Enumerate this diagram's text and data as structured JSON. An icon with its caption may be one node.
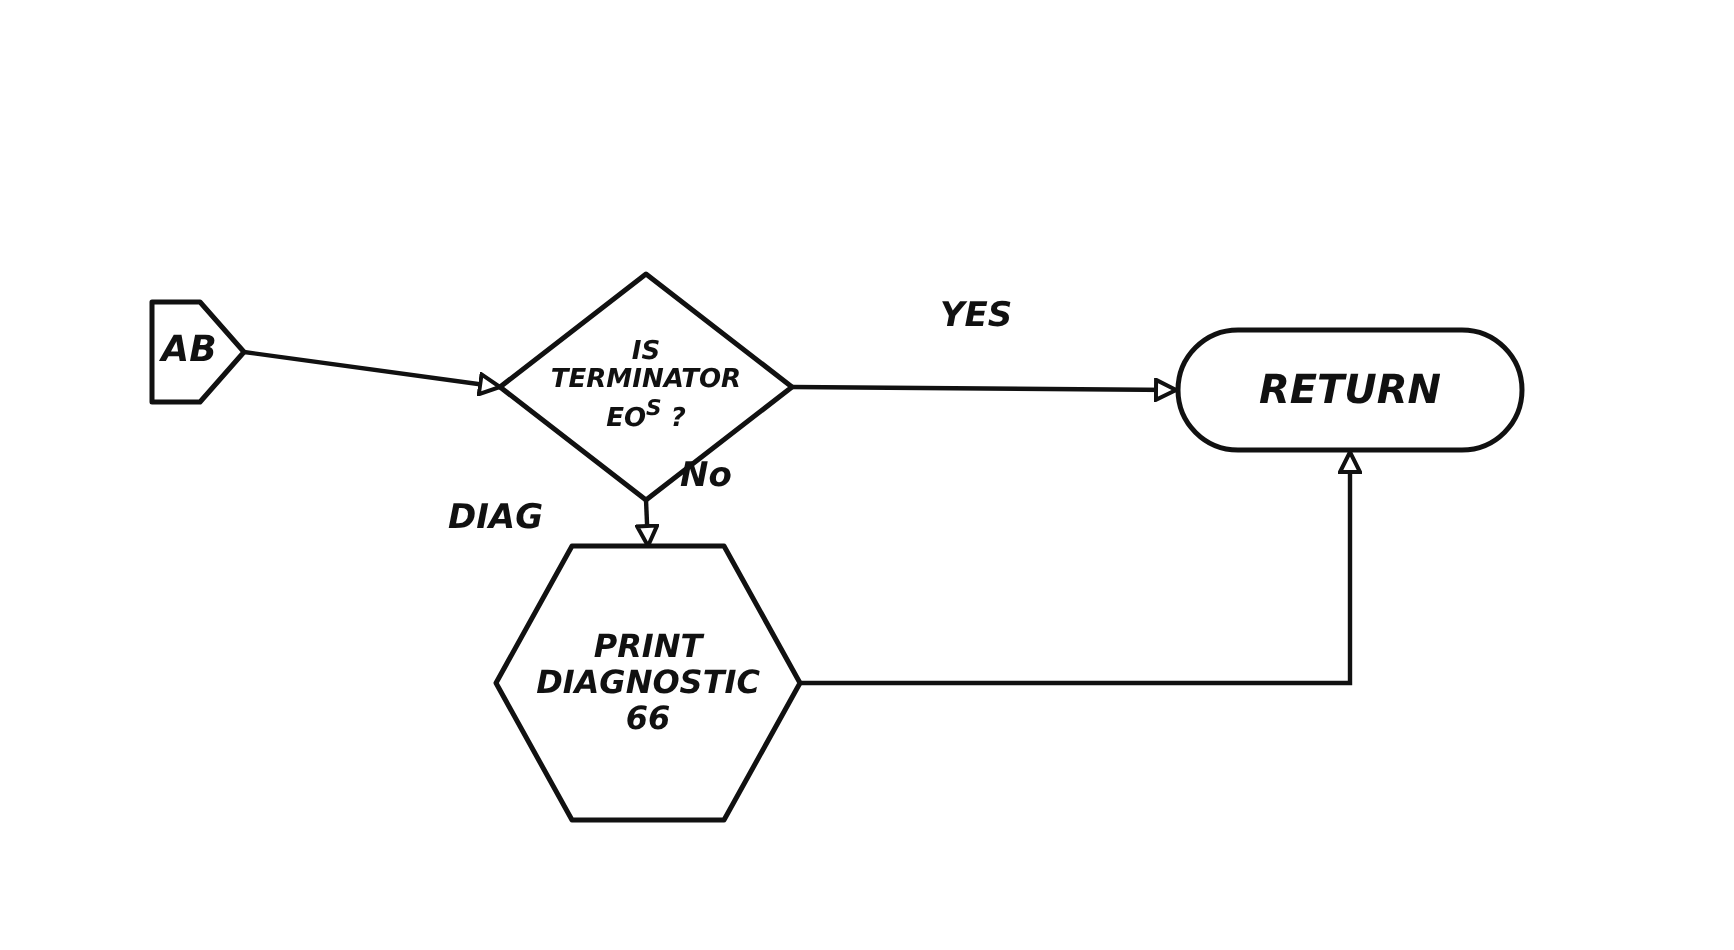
{
  "diagram": {
    "nodes": [
      {
        "text": [
          "AB"
        ]
      },
      {
        "text": [
          "IS TERMINATOR EO$^{S}$ ?"
        ]
      },
      {
        "text": [
          "RETURN"
        ]
      },
      {
        "text": [
          "PRINT DIAGNOSTIC 66"
        ],
        "beside": [
          "DIAG"
        ]
      }
    ],
    "edges": [
      {
        "from": 0,
        "to": 1,
        "arrow": "to"
      },
      {
        "from": 1,
        "to": 2,
        "arrow": "to",
        "label": "YES"
      },
      {
        "from": 1,
        "to": 3,
        "arrow": "to",
        "label": "No"
      },
      {
        "from": 3,
        "to": 2,
        "arrow": "to"
      }
    ]
  }
}
